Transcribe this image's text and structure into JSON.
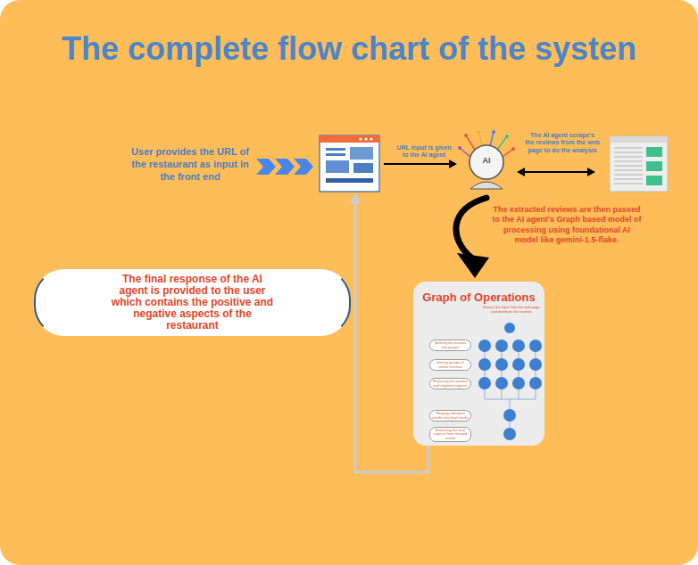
{
  "diagram": {
    "title": "The complete flow chart of the systen",
    "nodes": [
      {
        "text": [
          "The final response of the AI agent is provided to the user which contains the positive and negative aspects of the restaurant"
        ]
      },
      {
        "text": [
          "Graph of Operations",
          "Extract the input from the web page and distribute the reviews"
        ]
      },
      {
        "text": [
          "Splitting the reviews into groups"
        ],
        "in": 1
      },
      {
        "text": [
          "Sorting groups of similar reviews"
        ],
        "in": 1
      },
      {
        "text": [
          "Extracting the positive and negative aspects"
        ],
        "in": 1
      },
      {
        "text": [
          "Merging individual results into final results"
        ],
        "in": 1
      },
      {
        "text": [
          "Extracting the final aspects from merged results"
        ],
        "in": 1
      }
    ],
    "labels": [
      "User provides the URL of the restaurant as input in the front end",
      "URL input is given to the AI agent",
      "The AI agent scrape's the reviews from the web page to do the analysis",
      "The extracted reviews are then passed to the AI agent's Graph based model of processing using foundational AI model like gemini-1.5-flake.",
      "AI"
    ]
  }
}
